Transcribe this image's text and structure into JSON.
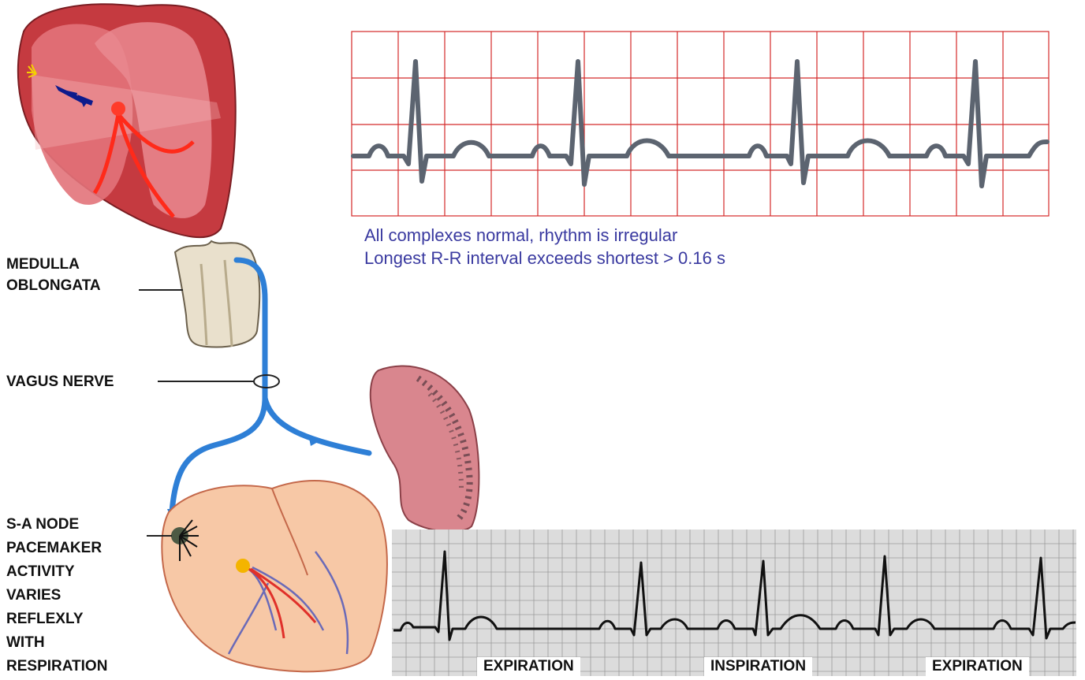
{
  "labels": {
    "medulla_line1": "MEDULLA",
    "medulla_line2": "OBLONGATA",
    "vagus": "VAGUS NERVE",
    "sa_node_lines": [
      "S-A NODE",
      "PACEMAKER",
      "ACTIVITY",
      "VARIES",
      "REFLEXLY",
      "WITH",
      "RESPIRATION"
    ]
  },
  "caption": {
    "line1": "All complexes normal, rhythm is irregular",
    "line2": "Longest R-R interval exceeds shortest > 0.16 s"
  },
  "ecg_strip": {
    "phases": [
      "EXPIRATION",
      "INSPIRATION",
      "EXPIRATION"
    ]
  },
  "colors": {
    "grid_red": "#d42a2a",
    "trace_gray": "#5c6470",
    "nerve_blue": "#2e7fd6",
    "caption_blue": "#3a3aa0",
    "heart_red": "#c0303a"
  }
}
